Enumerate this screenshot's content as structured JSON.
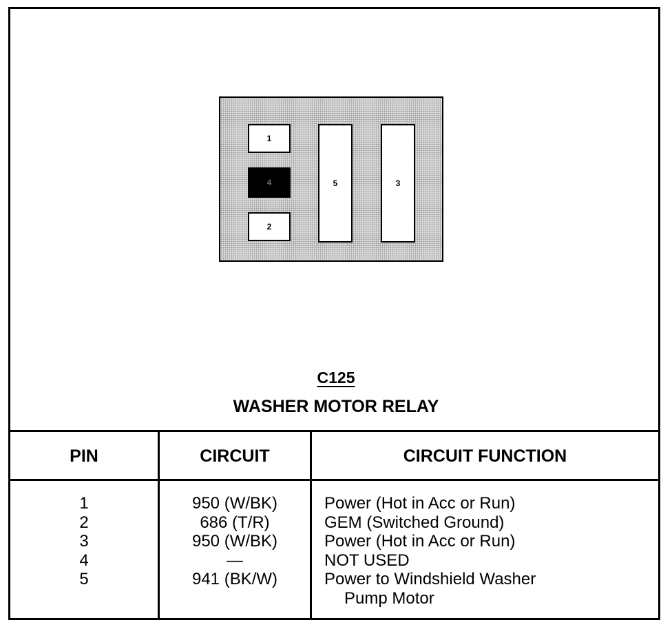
{
  "connector": {
    "pins": [
      {
        "label": "1",
        "filled": false
      },
      {
        "label": "4",
        "filled": true
      },
      {
        "label": "2",
        "filled": false
      },
      {
        "label": "5",
        "filled": false
      },
      {
        "label": "3",
        "filled": false
      }
    ]
  },
  "title": {
    "connector_id": "C125",
    "connector_name": "WASHER MOTOR RELAY"
  },
  "table": {
    "headers": [
      "PIN",
      "CIRCUIT",
      "CIRCUIT FUNCTION"
    ],
    "rows": [
      {
        "pin": "1",
        "circuit": "950 (W/BK)",
        "function": "Power (Hot in Acc or Run)"
      },
      {
        "pin": "2",
        "circuit": "686 (T/R)",
        "function": "GEM (Switched Ground)"
      },
      {
        "pin": "3",
        "circuit": "950 (W/BK)",
        "function": "Power (Hot in Acc or Run)"
      },
      {
        "pin": "4",
        "circuit": "—",
        "function": "NOT USED"
      },
      {
        "pin": "5",
        "circuit": "941 (BK/W)",
        "function": "Power to Windshield Washer"
      }
    ],
    "continuation": "Pump Motor"
  }
}
